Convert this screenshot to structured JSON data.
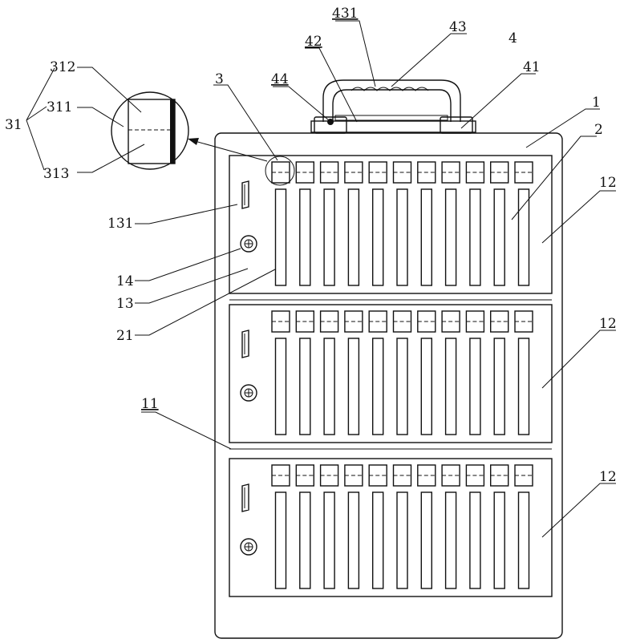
{
  "labels": {
    "l31": "31",
    "l311": "311",
    "l312": "312",
    "l313": "313",
    "l3": "3",
    "l42": "42",
    "l431": "431",
    "l43": "43",
    "l4": "4",
    "l44": "44",
    "l41": "41",
    "l1": "1",
    "l2": "2",
    "l12a": "12",
    "l12b": "12",
    "l12c": "12",
    "l131": "131",
    "l14": "14",
    "l13": "13",
    "l21": "21",
    "l11": "11"
  },
  "cabinet": {
    "drawers": 3,
    "slots_per_drawer": 11
  }
}
